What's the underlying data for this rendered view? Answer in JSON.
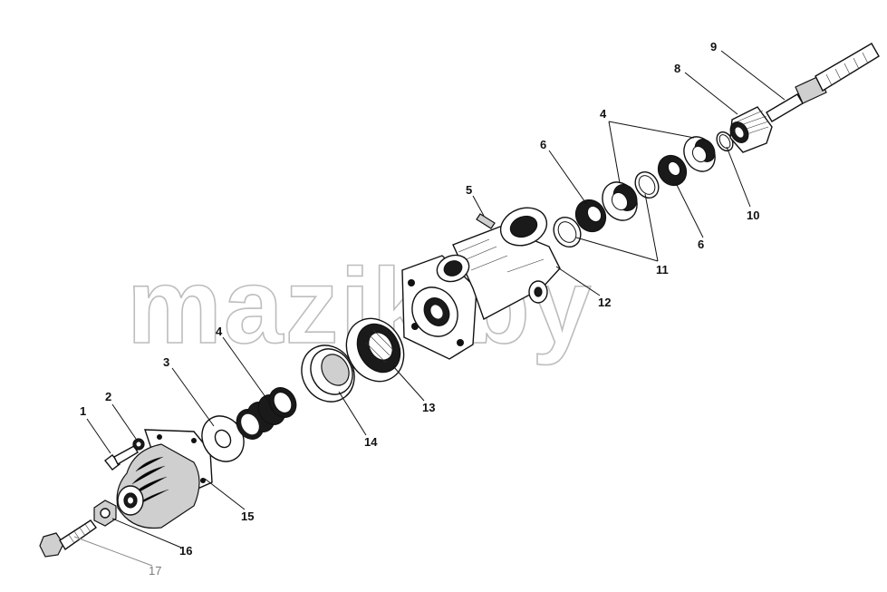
{
  "watermark": {
    "text": "mazik.by"
  },
  "callouts": [
    "1",
    "2",
    "3",
    "4",
    "4",
    "5",
    "6",
    "6",
    "8",
    "9",
    "10",
    "11",
    "12",
    "13",
    "14",
    "15",
    "16",
    "17"
  ]
}
